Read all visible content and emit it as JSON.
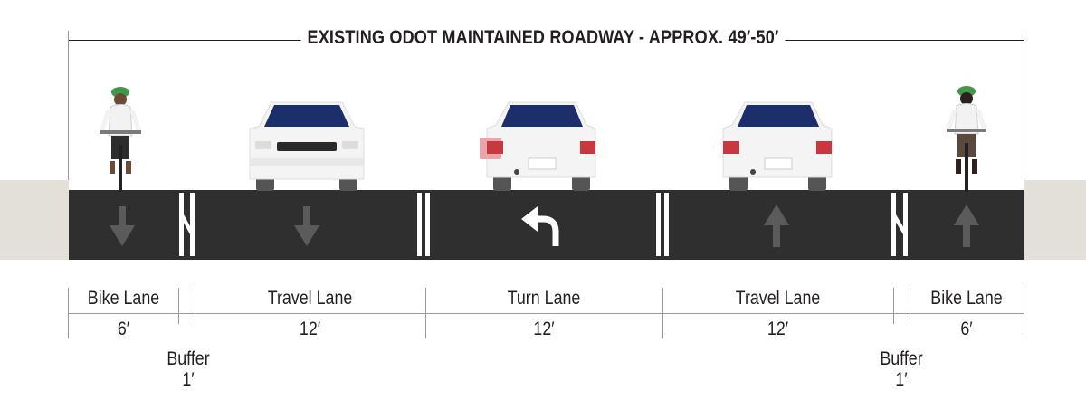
{
  "title": "EXISTING ODOT MAINTAINED ROADWAY - APPROX. 49′-50′",
  "lanes": [
    {
      "name": "Bike Lane",
      "width": "6′",
      "arrow": "down-arrow-icon",
      "user": "cyclist"
    },
    {
      "name": "Buffer",
      "width": "1′"
    },
    {
      "name": "Travel Lane",
      "width": "12′",
      "arrow": "down-arrow-icon",
      "user": "car-front"
    },
    {
      "name": "Turn Lane",
      "width": "12′",
      "arrow": "left-turn-arrow-icon",
      "user": "car-rear"
    },
    {
      "name": "Travel Lane",
      "width": "12′",
      "arrow": "up-arrow-icon",
      "user": "car-rear"
    },
    {
      "name": "Buffer",
      "width": "1′"
    },
    {
      "name": "Bike Lane",
      "width": "6′",
      "arrow": "up-arrow-icon",
      "user": "cyclist"
    }
  ],
  "colors": {
    "road": "#302f30",
    "sidewalk": "#e3e0d9",
    "lane_marking": "#ffffff",
    "direction_arrow": "#5b5b5b",
    "turn_arrow": "#ffffff",
    "car_body": "#f4f4f4",
    "tail_light": "#c8383f",
    "helmet": "#3e9a46"
  }
}
